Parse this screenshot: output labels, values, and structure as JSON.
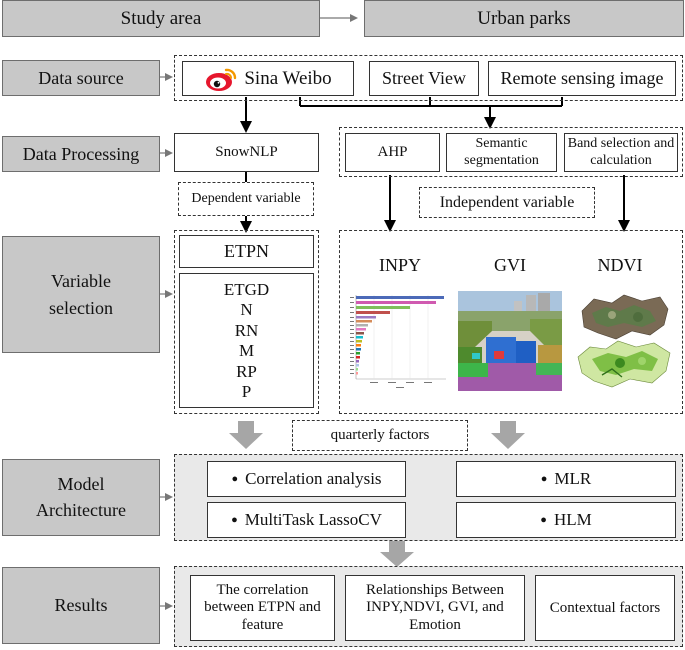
{
  "stages": {
    "study_area": "Study area",
    "urban_parks": "Urban parks",
    "data_source": "Data source",
    "data_processing": "Data Processing",
    "variable_selection": "Variable selection",
    "model_architecture": "Model Architecture",
    "results": "Results"
  },
  "sources": {
    "weibo": "Sina Weibo",
    "street_view": "Street View",
    "remote_sensing": "Remote sensing image"
  },
  "processing": {
    "snownlp": "SnowNLP",
    "ahp": "AHP",
    "semantic": "Semantic segmentation",
    "band": "Band selection and calculation"
  },
  "labels": {
    "dependent": "Dependent variable",
    "independent": "Independent variable",
    "quarterly": "quarterly factors"
  },
  "dependent_vars": {
    "primary": "ETPN",
    "others": [
      "ETGD",
      "N",
      "RN",
      "M",
      "RP",
      "P"
    ]
  },
  "independent_vars": [
    "INPY",
    "GVI",
    "NDVI"
  ],
  "models": {
    "correlation": "Correlation analysis",
    "lasso": "MultiTask LassoCV",
    "mlr": "MLR",
    "hlm": "HLM"
  },
  "results": {
    "r1": "The correlation between ETPN and feature",
    "r2": "Relationships Between INPY,NDVI, GVI, and Emotion",
    "r3": "Contextual factors"
  },
  "colors": {
    "stage_fill": "#c8c8c8",
    "panel_fill": "#e9e9e9",
    "weibo_red": "#e6162d",
    "arrow_gray": "#a6a6a6"
  }
}
